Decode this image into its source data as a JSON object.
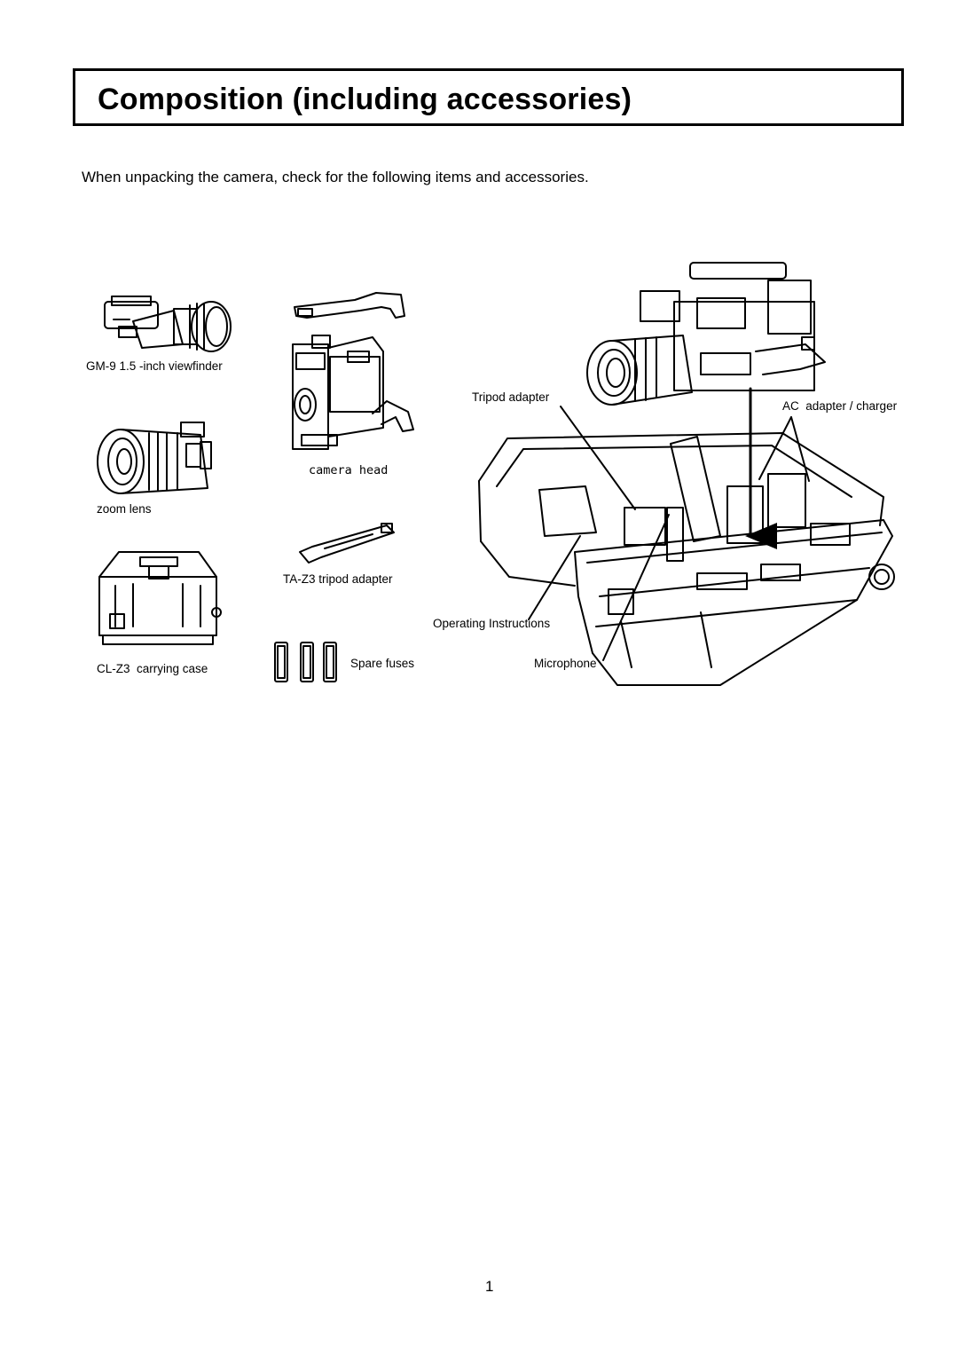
{
  "header": {
    "title": "Composition (including accessories)"
  },
  "intro": "When unpacking the camera, check for the following items and accessories.",
  "items": {
    "viewfinder": "GM-9 1.5 -inch viewfinder",
    "camera_head": "camera head",
    "zoom_lens": "zoom lens",
    "tripod_adapter_part": "TA-Z3 tripod adapter",
    "carrying_case": "CL-Z3  carrying case",
    "spare_fuses": "Spare fuses"
  },
  "case_callouts": {
    "tripod_adapter": "Tripod adapter",
    "ac_adapter": "AC  adapter / charger",
    "operating_instructions": "Operating Instructions",
    "microphone": "Microphone"
  },
  "footer": {
    "page_number": "1"
  }
}
